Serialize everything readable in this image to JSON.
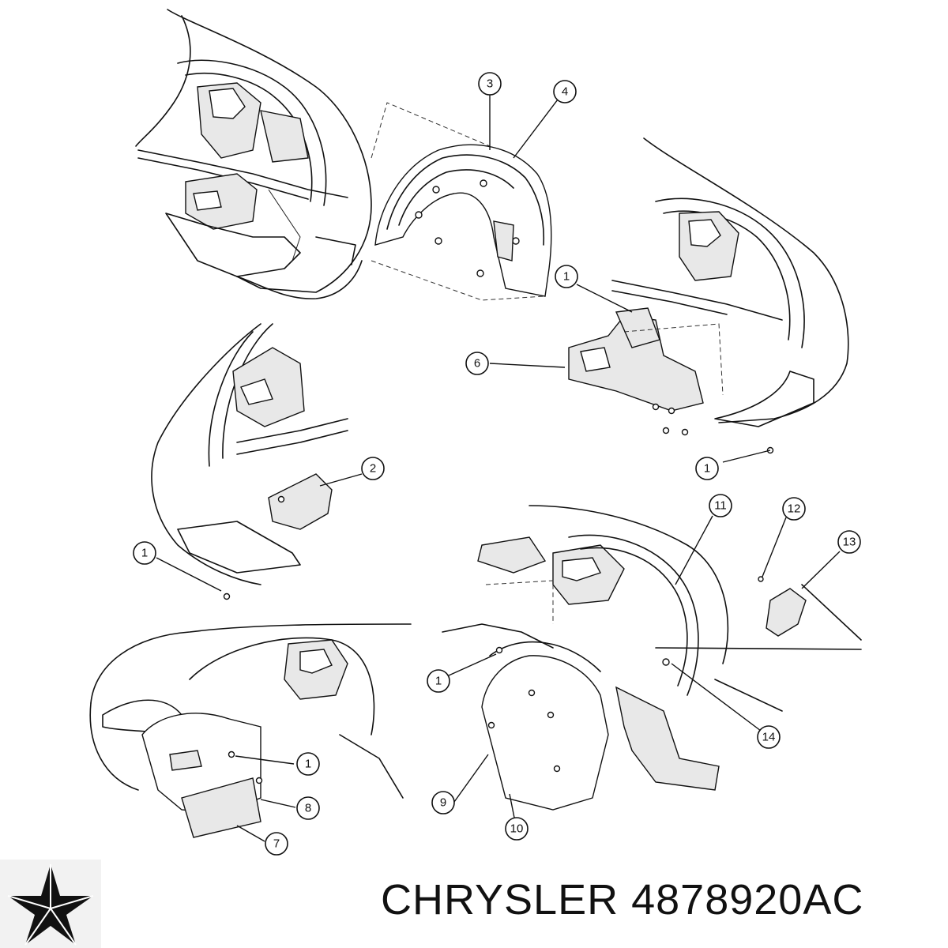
{
  "brand": {
    "name": "CHRYSLER",
    "part_number": "4878920AC",
    "logo_icon": "pentastar-logo-icon"
  },
  "callouts": [
    "3",
    "4",
    "1",
    "6",
    "1",
    "2",
    "1",
    "11",
    "12",
    "13",
    "1",
    "14",
    "1",
    "8",
    "7",
    "9",
    "10"
  ]
}
